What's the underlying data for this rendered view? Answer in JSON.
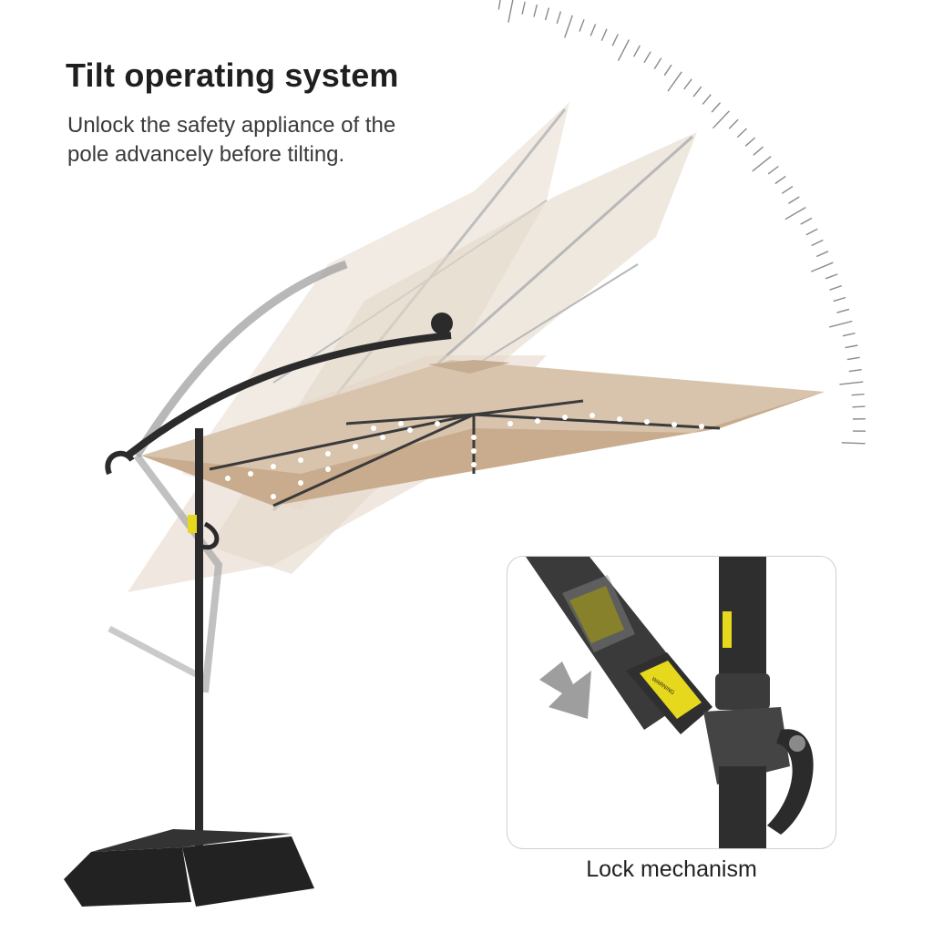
{
  "heading": {
    "title": "Tilt operating system",
    "line1": "Unlock the safety appliance of the",
    "line2": "pole advancely before tilting."
  },
  "detail": {
    "caption": "Lock mechanism",
    "sticker_heading": "WARNING"
  },
  "colors": {
    "canopy": "#cbb39a",
    "canopy_light": "#e3d6c6",
    "pole": "#2b2b2b",
    "sticker": "#e6d81c",
    "base": "#222222"
  },
  "icons": {
    "angle_scale": "angle-scale-icon",
    "arrow": "direction-arrow-icon"
  }
}
